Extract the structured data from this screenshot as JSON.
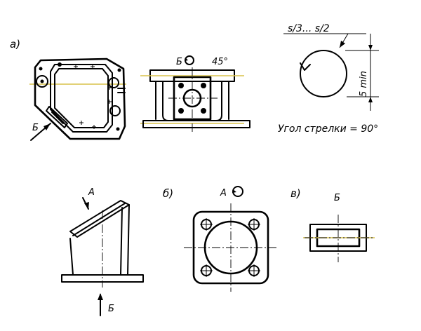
{
  "labels": {
    "fig_a": "а)",
    "fig_b": "б)",
    "fig_v": "в)",
    "view_b_left": "Б",
    "view_b_top": "Б",
    "angle_45": "45°",
    "s_range": "s/3... s/2",
    "five_min": "5 min",
    "arrow_angle_note": "Угол стрелки = 90°",
    "view_a_arrow": "А",
    "view_b_arrow": "Б",
    "view_a_top": "А",
    "view_b_label_v": "Б"
  },
  "colors": {
    "line": "#000000",
    "highlight": "#d8c24a",
    "background": "#ffffff"
  }
}
